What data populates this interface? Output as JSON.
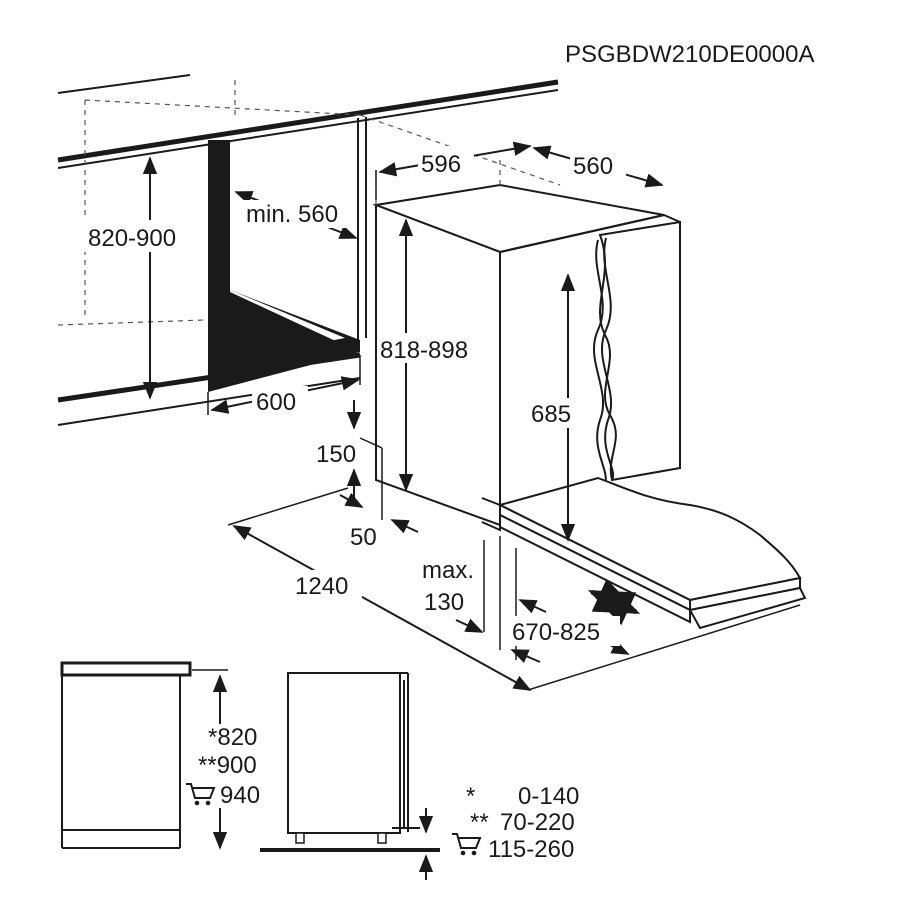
{
  "model_code": "PSGBDW210DE0000A",
  "top_diagram": {
    "niche_height": "820-900",
    "niche_min_depth": "min. 560",
    "niche_width": "600",
    "appliance_width": "596",
    "appliance_depth": "560",
    "appliance_height": "818-898",
    "door_height": "685",
    "plinth_height": "150",
    "plinth_recess": "50",
    "door_opening_total": "1240",
    "door_gap_max_label": "max.",
    "door_gap_max_value": "130",
    "door_travel": "670-825"
  },
  "bottom_diagram": {
    "heights": [
      {
        "marker": "*",
        "value": "820"
      },
      {
        "marker": "**",
        "value": "900"
      },
      {
        "marker": "cart",
        "value": "940"
      }
    ],
    "legend": [
      {
        "marker": "*",
        "value": "0-140"
      },
      {
        "marker": "**",
        "value": "70-220"
      },
      {
        "marker": "cart",
        "value": "115-260"
      }
    ]
  }
}
